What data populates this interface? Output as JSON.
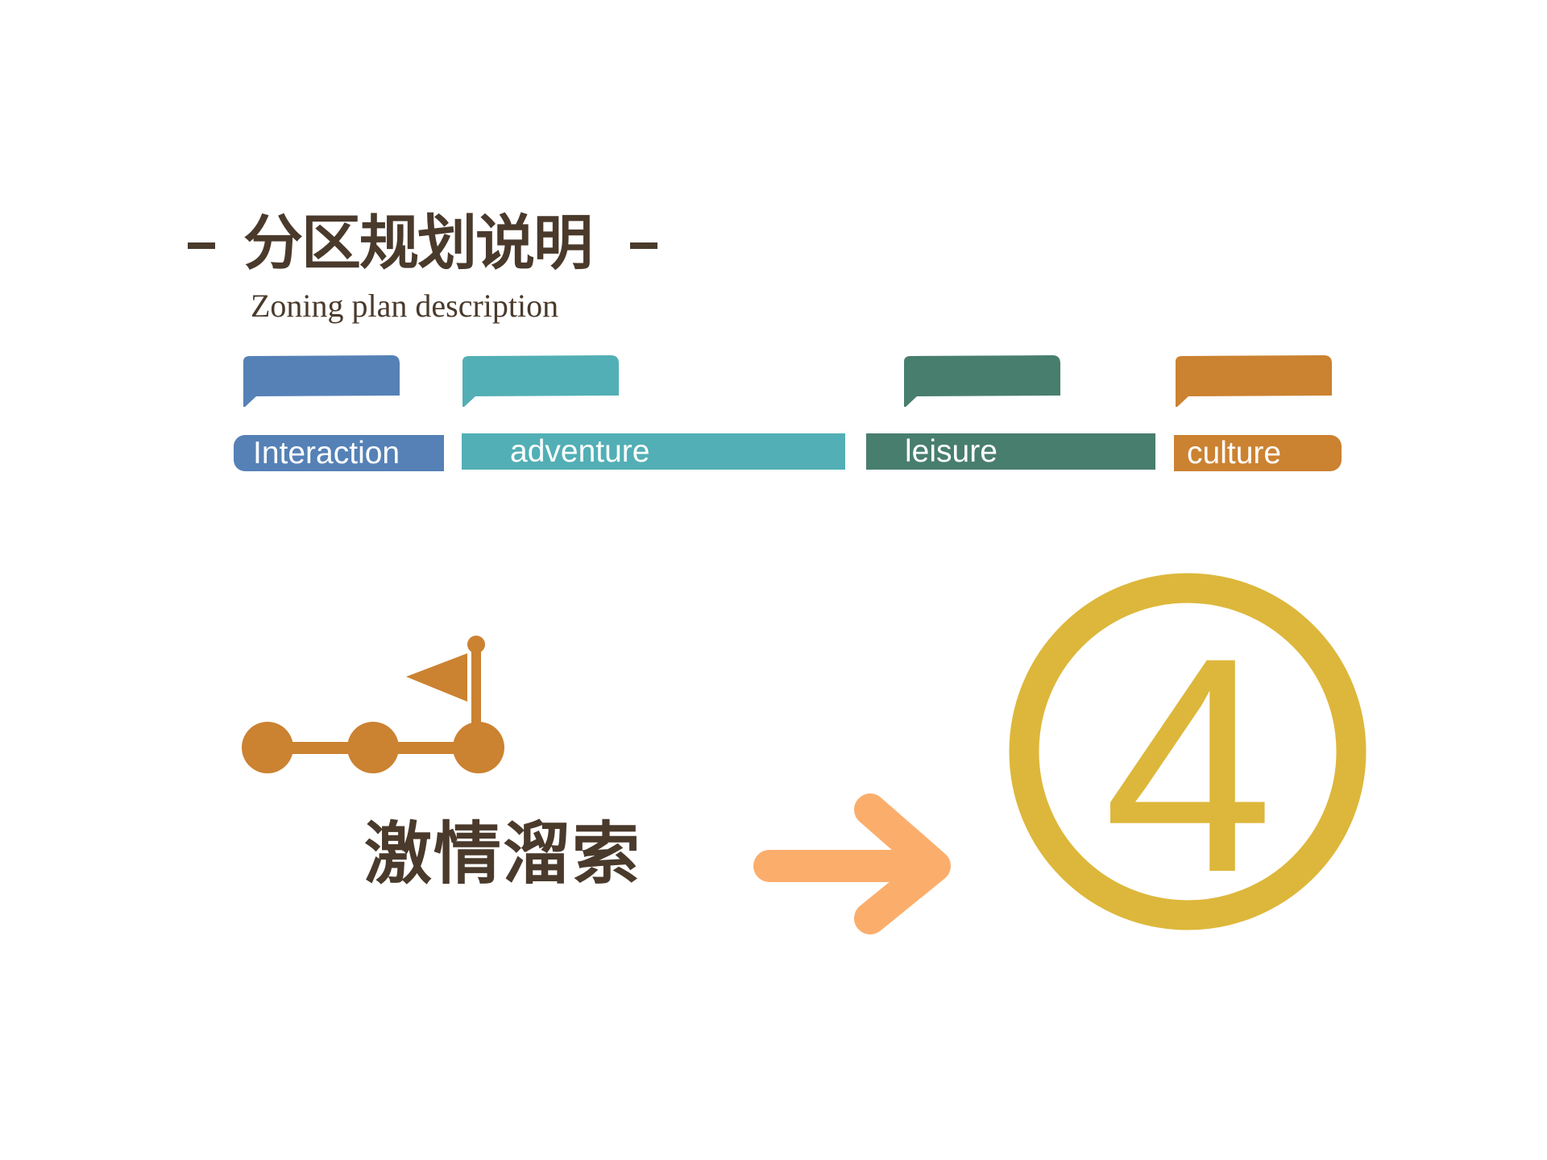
{
  "heading": {
    "title": "分区规划说明",
    "subtitle": "Zoning plan description"
  },
  "zones": [
    {
      "label": "Interaction",
      "color": "#5581B6"
    },
    {
      "label": "adventure",
      "color": "#52AFB5"
    },
    {
      "label": "leisure",
      "color": "#487E6E"
    },
    {
      "label": "culture",
      "color": "#CB8231"
    }
  ],
  "feature": {
    "name": "激情溜索",
    "icon": "route-flag-icon",
    "number": "4",
    "number_color": "#DDB73B",
    "arrow_color": "#FBAE6C"
  }
}
